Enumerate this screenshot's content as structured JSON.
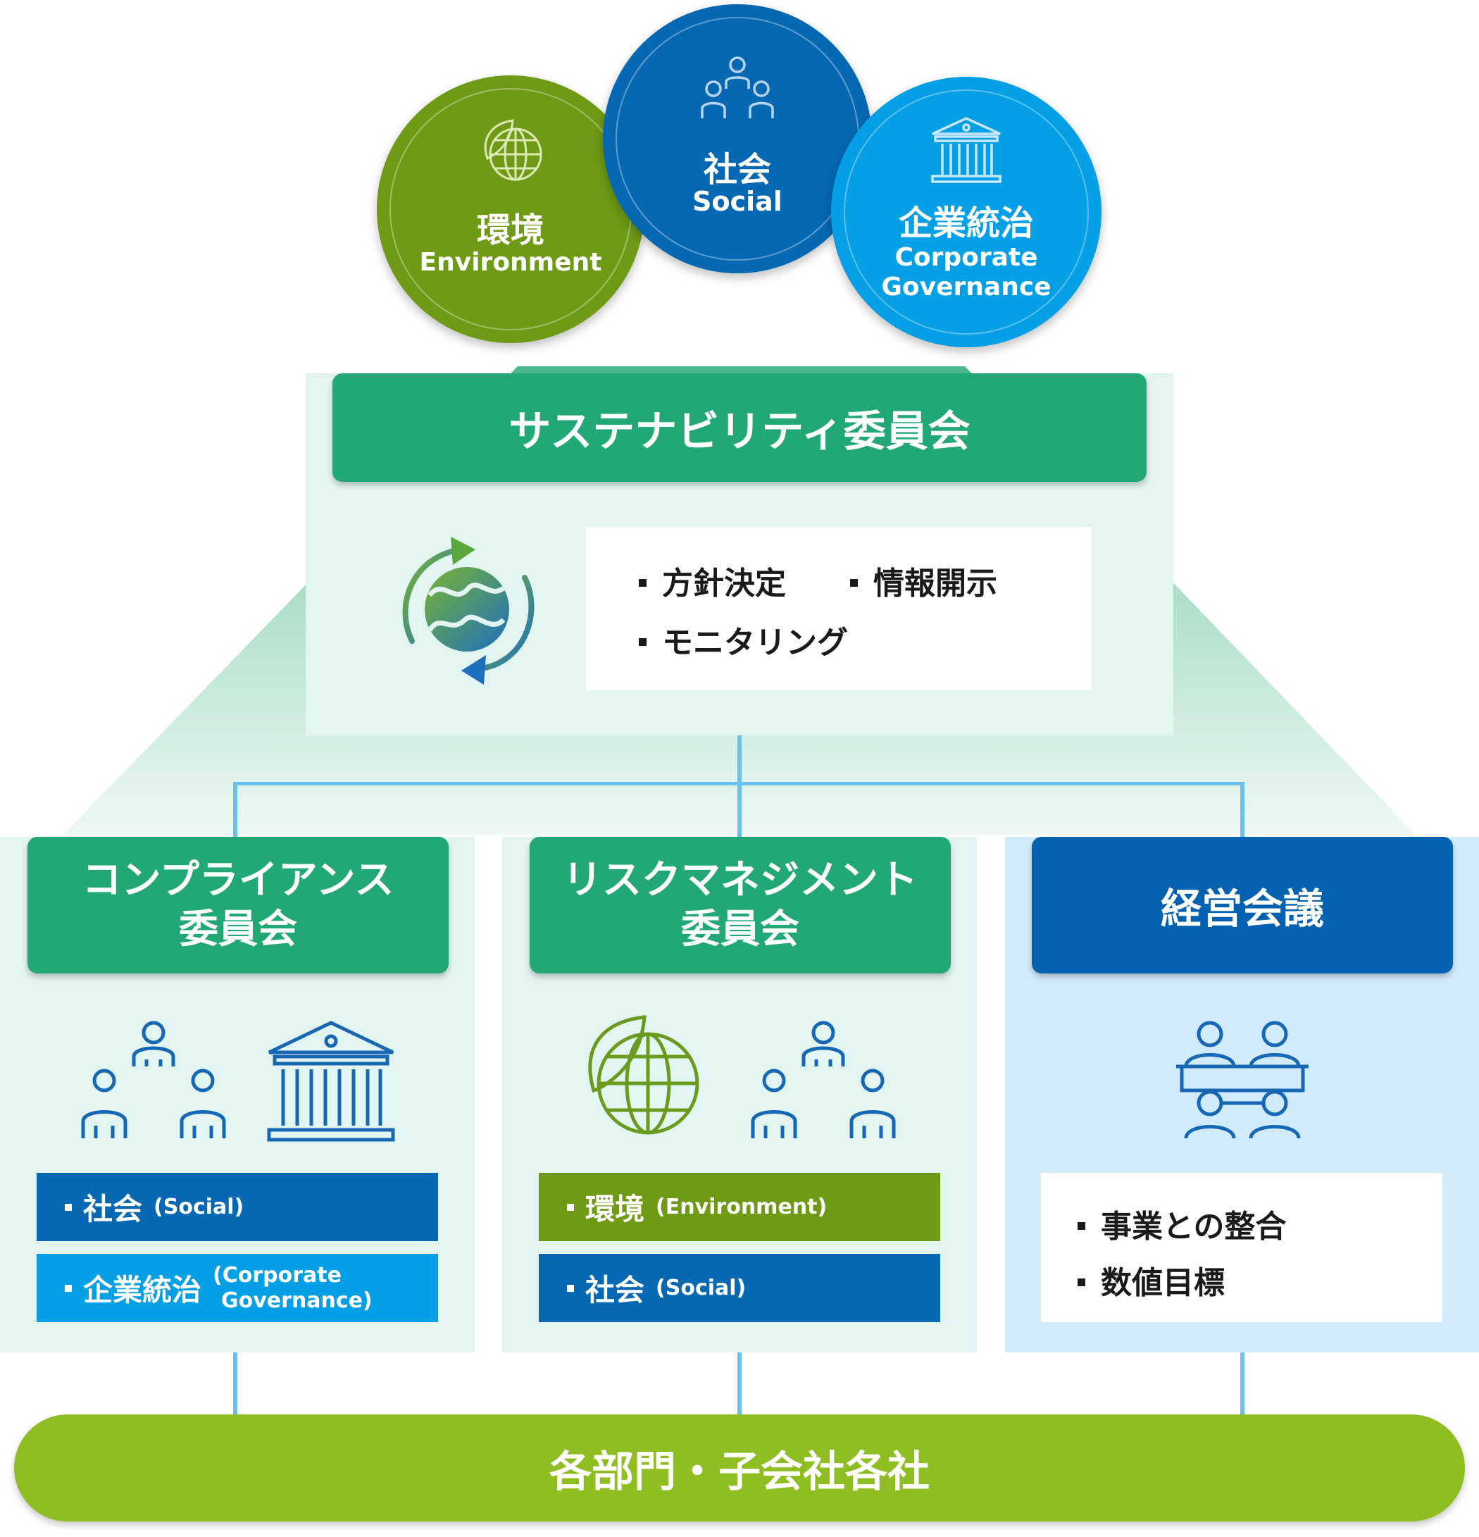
{
  "pillars": {
    "environment": {
      "ja": "環境",
      "en": "Environment"
    },
    "social": {
      "ja": "社会",
      "en": "Social"
    },
    "governance": {
      "ja": "企業統治",
      "en_line1": "Corporate",
      "en_line2": "Governance"
    }
  },
  "sustainability": {
    "title": "サステナビリティ委員会",
    "items": [
      "方針決定",
      "情報開示",
      "モニタリング"
    ]
  },
  "compliance": {
    "title_line1": "コンプライアンス",
    "title_line2": "委員会",
    "tags": [
      {
        "ja": "社会",
        "en": "(Social)"
      },
      {
        "ja": "企業統治",
        "en_line1": "(Corporate",
        "en_line2": "Governance)"
      }
    ]
  },
  "risk": {
    "title_line1": "リスクマネジメント",
    "title_line2": "委員会",
    "tags": [
      {
        "ja": "環境",
        "en": "(Environment)"
      },
      {
        "ja": "社会",
        "en": "(Social)"
      }
    ]
  },
  "management": {
    "title": "経営会議",
    "items": [
      "事業との整合",
      "数値目標"
    ]
  },
  "footer": {
    "label": "各部門・子会社各社"
  },
  "colors": {
    "environment": "#6f9a16",
    "social": "#0668b3",
    "governance": "#049fe4",
    "committee_green": "#21a875",
    "management_blue": "#0361b0",
    "footer_green": "#8fbe22",
    "panel_mint": "#e2f5f0",
    "panel_blue": "#d1ebfb"
  }
}
